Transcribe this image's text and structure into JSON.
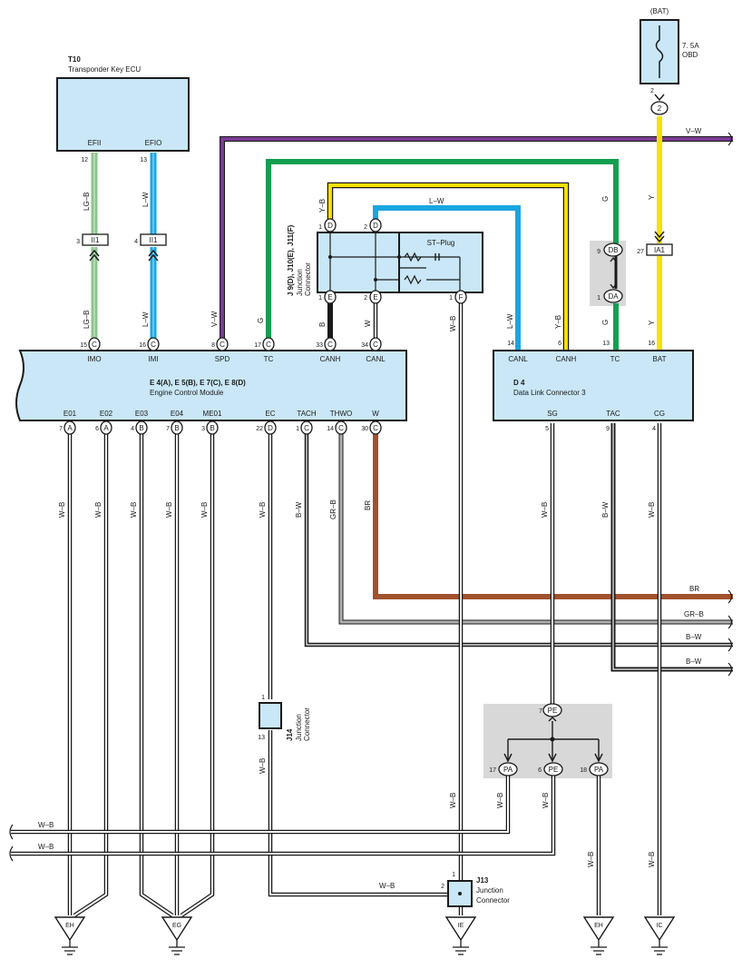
{
  "components": {
    "bat": {
      "label": "(BAT)",
      "fuse_rating": "7. 5A",
      "fuse_name": "OBD",
      "pin": "2",
      "connector": "2"
    },
    "t10": {
      "id": "T10",
      "name": "Transponder Key ECU",
      "pins": [
        "EFII",
        "EFIO"
      ],
      "pin_numbers": [
        "12",
        "13"
      ]
    },
    "ecm": {
      "id": "E 4(A), E 5(B), E 7(C), E 8(D)",
      "name": "Engine Control Module",
      "top_pins": [
        {
          "num": "15",
          "conn": "C",
          "label": "IMO"
        },
        {
          "num": "16",
          "conn": "C",
          "label": "IMI"
        },
        {
          "num": "8",
          "conn": "C",
          "label": "SPD"
        },
        {
          "num": "17",
          "conn": "C",
          "label": "TC"
        },
        {
          "num": "33",
          "conn": "C",
          "label": "CANH"
        },
        {
          "num": "34",
          "conn": "C",
          "label": "CANL"
        }
      ],
      "bottom_pins": [
        {
          "num": "7",
          "conn": "A",
          "label": "E01"
        },
        {
          "num": "6",
          "conn": "A",
          "label": "E02"
        },
        {
          "num": "4",
          "conn": "B",
          "label": "E03"
        },
        {
          "num": "7",
          "conn": "B",
          "label": "E04"
        },
        {
          "num": "3",
          "conn": "B",
          "label": "ME01"
        },
        {
          "num": "22",
          "conn": "D",
          "label": "EC"
        },
        {
          "num": "1",
          "conn": "C",
          "label": "TACH"
        },
        {
          "num": "14",
          "conn": "C",
          "label": "THWO"
        },
        {
          "num": "30",
          "conn": "C",
          "label": "W"
        }
      ]
    },
    "d4": {
      "id": "D 4",
      "name": "Data Link Connector 3",
      "top_pins": [
        {
          "num": "14",
          "label": "CANL"
        },
        {
          "num": "6",
          "label": "CANH"
        },
        {
          "num": "13",
          "label": "TC"
        },
        {
          "num": "16",
          "label": "BAT"
        }
      ],
      "bottom_pins": [
        {
          "num": "5",
          "label": "SG"
        },
        {
          "num": "9",
          "label": "TAC"
        },
        {
          "num": "4",
          "label": "CG"
        }
      ]
    },
    "junction_top": {
      "id": "J 9(D), J10(E), J11(F)",
      "name_line1": "Junction",
      "name_line2": "Connector",
      "plug_label": "ST–Plug",
      "pins_top": [
        {
          "num": "1",
          "conn": "D"
        },
        {
          "num": "2",
          "conn": "D"
        }
      ],
      "pins_bottom": [
        {
          "num": "1",
          "conn": "E"
        },
        {
          "num": "2",
          "conn": "E"
        },
        {
          "num": "1",
          "conn": "F"
        }
      ]
    },
    "j14": {
      "id": "J14",
      "name_line1": "Junction",
      "name_line2": "Connector",
      "pin_top": "1",
      "pin_bottom": "13"
    },
    "j13": {
      "id": "J13",
      "name_line1": "Junction",
      "name_line2": "Connector",
      "pin_top": "1",
      "pin_side": "2"
    },
    "ii1_a": {
      "pin": "3",
      "label": "II1"
    },
    "ii1_b": {
      "pin": "4",
      "label": "II1"
    },
    "db": {
      "pin": "9",
      "label": "DB"
    },
    "da": {
      "pin": "1",
      "label": "DA"
    },
    "ia1": {
      "pin": "27",
      "label": "IA1"
    },
    "pe_top": {
      "pin": "7",
      "label": "PE"
    },
    "pa_left": {
      "pin": "17",
      "label": "PA"
    },
    "pe_mid": {
      "pin": "6",
      "label": "PE"
    },
    "pa_right": {
      "pin": "18",
      "label": "PA"
    }
  },
  "wires": {
    "lg_b": "LG–B",
    "l_w": "L–W",
    "v_w": "V–W",
    "g": "G",
    "y_b": "Y–B",
    "b": "B",
    "w": "W",
    "w_b": "W–B",
    "y": "Y",
    "b_w": "B–W",
    "gr_b": "GR–B",
    "br": "BR"
  },
  "grounds": [
    "EH",
    "EG",
    "IE",
    "EH",
    "IC"
  ],
  "colors": {
    "component_fill": "#c9e7f6",
    "purple": "#7a3a92",
    "green": "#10a050",
    "light_green": "#8cc58c",
    "blue": "#1aa6e0",
    "yellow": "#f8e000",
    "brown": "#a0522d",
    "gray": "#9a9a9a",
    "black": "#1a1a1a"
  }
}
